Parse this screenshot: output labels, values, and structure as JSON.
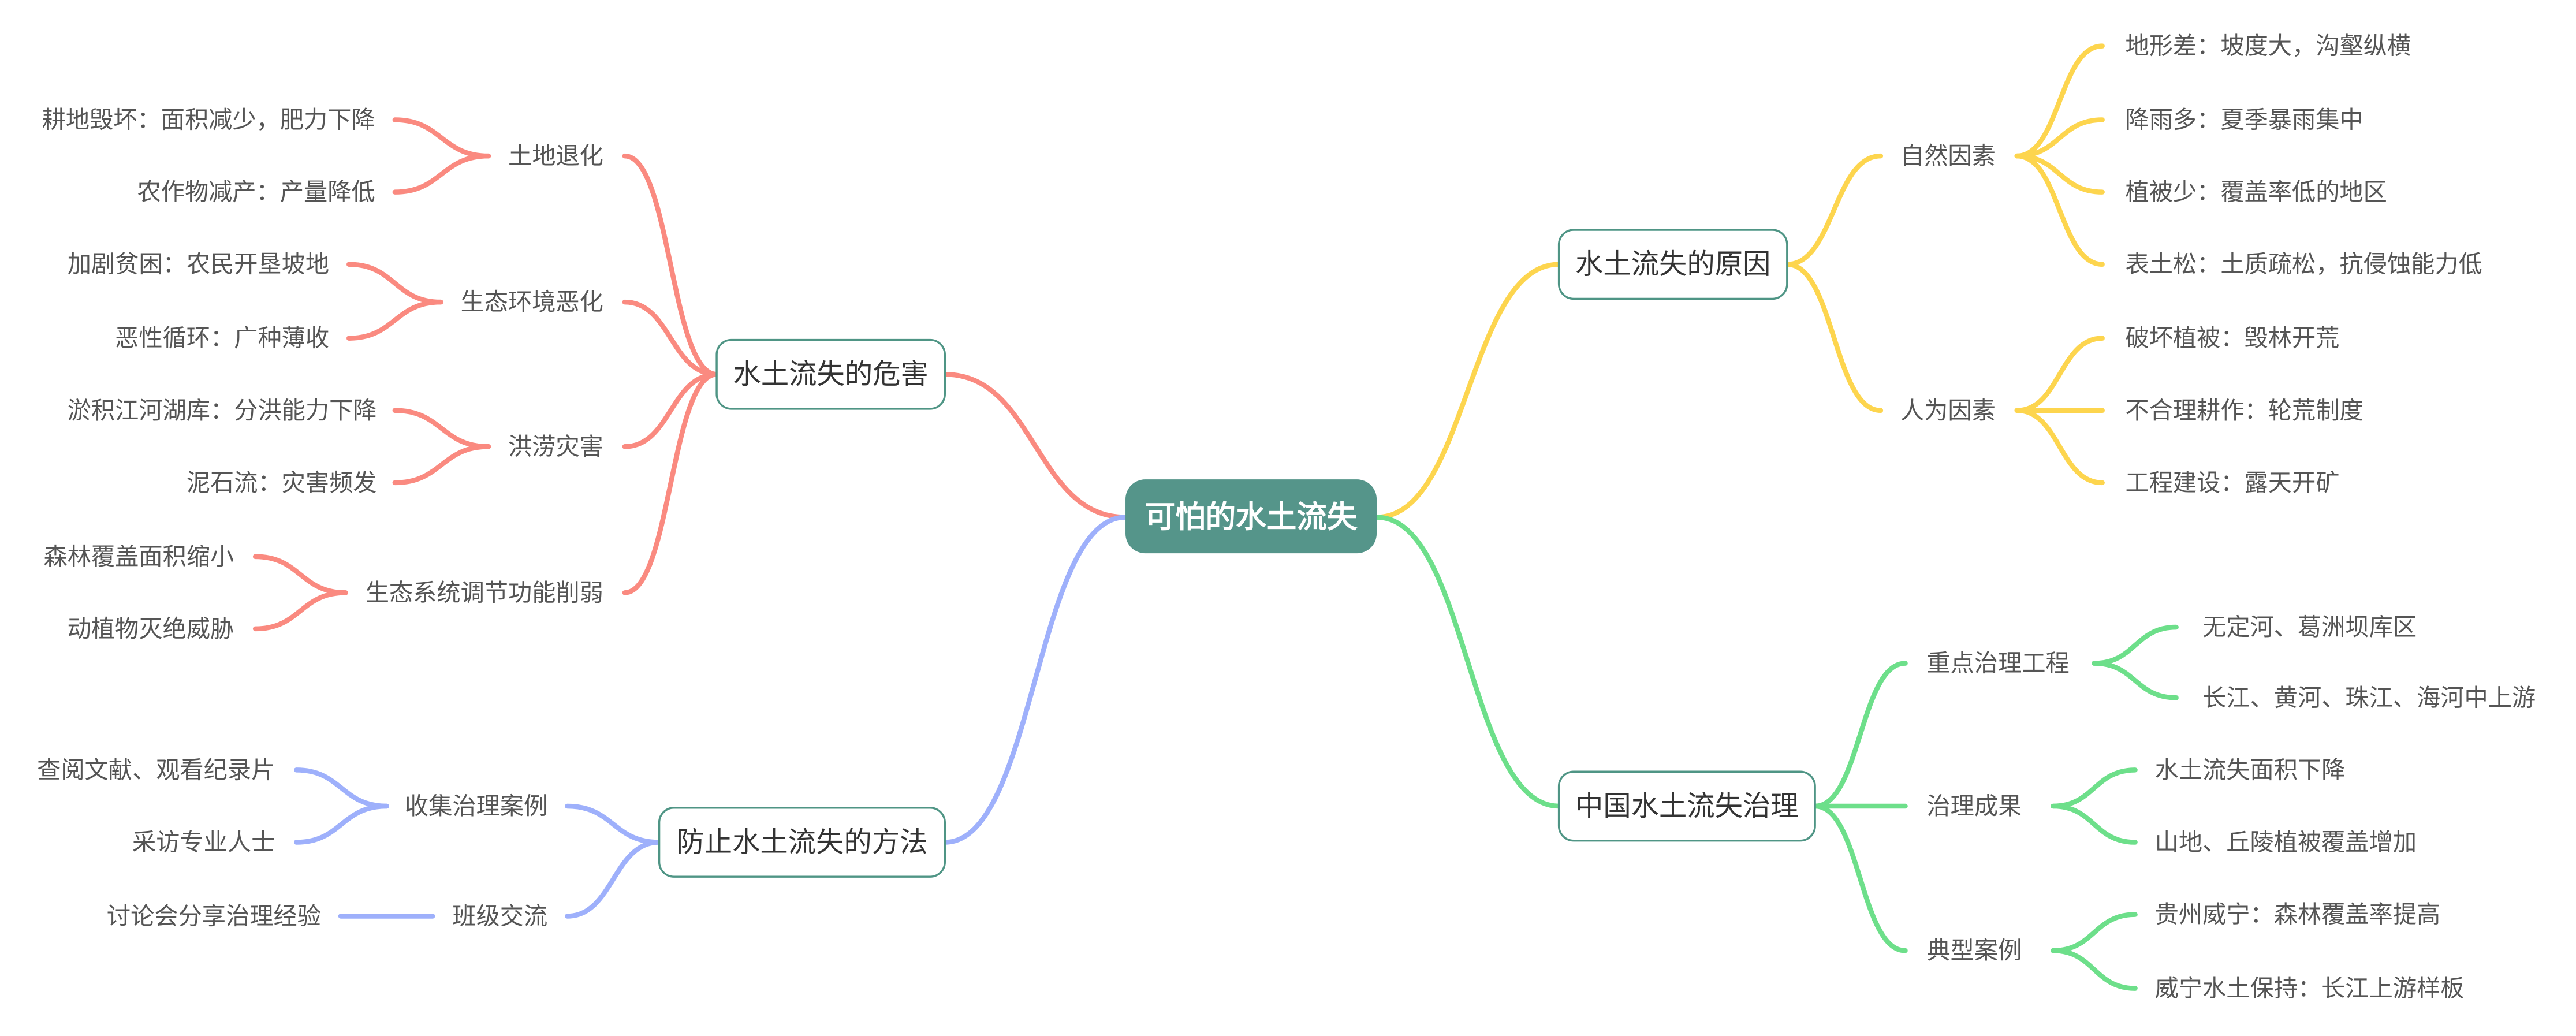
{
  "root": {
    "label": "可怕的水土流失",
    "color": "#55958a"
  },
  "branches": [
    {
      "label": "水土流失的原因",
      "color": "#fdd54e",
      "children": [
        {
          "label": "自然因素",
          "children": [
            "地形差：坡度大，沟壑纵横",
            "降雨多：夏季暴雨集中",
            "植被少：覆盖率低的地区",
            "表土松：土质疏松，抗侵蚀能力低"
          ]
        },
        {
          "label": "人为因素",
          "children": [
            "破坏植被：毁林开荒",
            "不合理耕作：轮荒制度",
            "工程建设：露天开矿"
          ]
        }
      ]
    },
    {
      "label": "中国水土流失治理",
      "color": "#6ddf8a",
      "children": [
        {
          "label": "重点治理工程",
          "children": [
            "无定河、葛洲坝库区",
            "长江、黄河、珠江、海河中上游"
          ]
        },
        {
          "label": "治理成果",
          "children": [
            "水土流失面积下降",
            "山地、丘陵植被覆盖增加"
          ]
        },
        {
          "label": "典型案例",
          "children": [
            "贵州威宁：森林覆盖率提高",
            "威宁水土保持：长江上游样板"
          ]
        }
      ]
    },
    {
      "label": "水土流失的危害",
      "color": "#fa8a80",
      "children": [
        {
          "label": "土地退化",
          "children": [
            "耕地毁坏：面积减少，肥力下降",
            "农作物减产：产量降低"
          ]
        },
        {
          "label": "生态环境恶化",
          "children": [
            "加剧贫困：农民开垦坡地",
            "恶性循环：广种薄收"
          ]
        },
        {
          "label": "洪涝灾害",
          "children": [
            "淤积江河湖库：分洪能力下降",
            "泥石流：灾害频发"
          ]
        },
        {
          "label": "生态系统调节功能削弱",
          "children": [
            "森林覆盖面积缩小",
            "动植物灭绝威胁"
          ]
        }
      ]
    },
    {
      "label": "防止水土流失的方法",
      "color": "#9eb0fb",
      "children": [
        {
          "label": "收集治理案例",
          "children": [
            "查阅文献、观看纪录片",
            "采访专业人士"
          ]
        },
        {
          "label": "班级交流",
          "children": [
            "讨论会分享治理经验"
          ]
        }
      ]
    }
  ]
}
